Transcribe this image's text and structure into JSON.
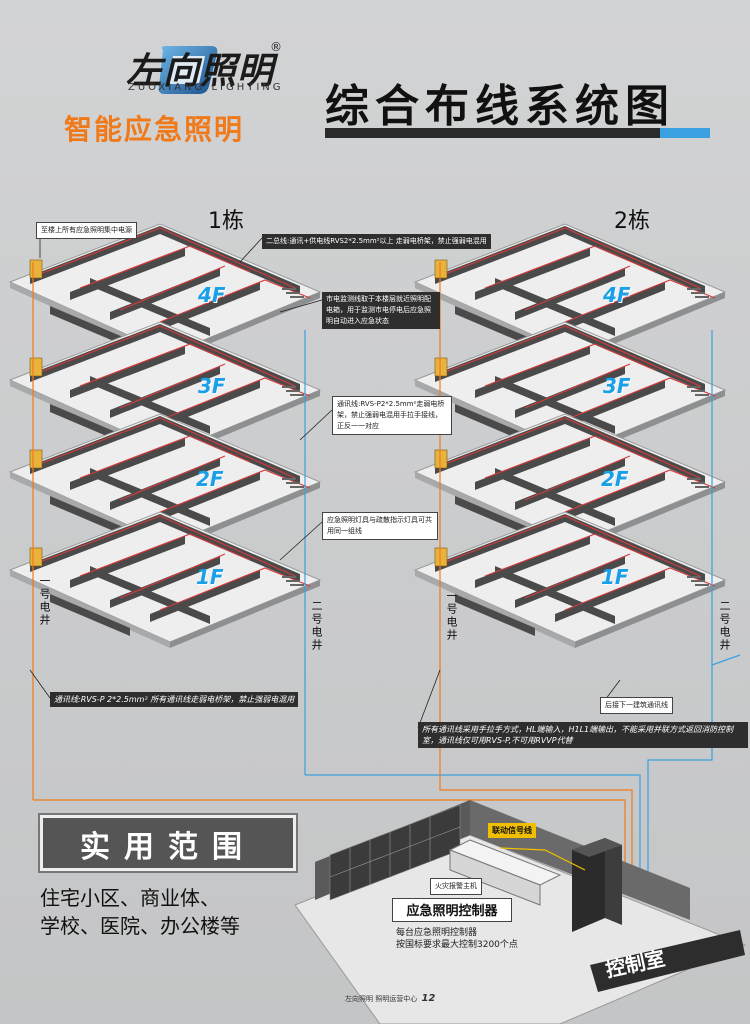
{
  "brand": {
    "name_cn": "左向照明",
    "registered": "®",
    "name_en": "ZUOXIANG LIGHTING"
  },
  "slogan": "智能应急照明",
  "title": "综合布线系统图",
  "buildings": [
    {
      "label": "1栋",
      "shaft_left": "一号电井",
      "shaft_right": "二号电井"
    },
    {
      "label": "2栋",
      "shaft_left": "一号电井",
      "shaft_right": "二号电井"
    }
  ],
  "floors": [
    "4F",
    "3F",
    "2F",
    "1F"
  ],
  "notes": {
    "top_left": "至楼上所有应急照明集中电源",
    "two_core": "二总线:通讯+供电线RVS2*2.5mm²以上  走弱电桥架，禁止强弱电混用",
    "power_monitor": "市电监测线取于本楼层就近照明配电箱，用于监测市电停电后应急照明自动进入应急状态",
    "comm_rvs": "通讯线:RVS-P2*2.5mm²走弱电桥架，禁止强弱电混用手拉手接线，正反一一对应",
    "shared_line": "应急照明灯具与疏散指示灯具可共用同一组线",
    "comm_bottom": "通讯线:RVS-P 2*2.5mm² 所有通讯线走弱电桥架，禁止强弱电混用",
    "next_building": "后接下一建筑通讯线",
    "handshake": "所有通讯线采用手拉手方式，HL端输入，H1L1端输出，不能采用并联方式返回消防控制室，通讯线仅可用RVS-P,不可用RVVP代替"
  },
  "control": {
    "linkage_signal": "联动信号线",
    "fire_alarm_host": "火灾报警主机",
    "controller_title": "应急照明控制器",
    "controller_desc_1": "每台应急照明控制器",
    "controller_desc_2": "按国标要求最大控制3200个点",
    "room": "控制室"
  },
  "scope": {
    "title": "实用范围",
    "line1": "住宅小区、商业体、",
    "line2": "学校、医院、办公楼等"
  },
  "footer": "左向照明 照明运营中心",
  "footer_page": "12",
  "colors": {
    "accent_orange": "#f07a1a",
    "accent_blue": "#1aa0e8",
    "wire_red": "#d23a3a",
    "comm_blue": "#3aa0e0"
  }
}
